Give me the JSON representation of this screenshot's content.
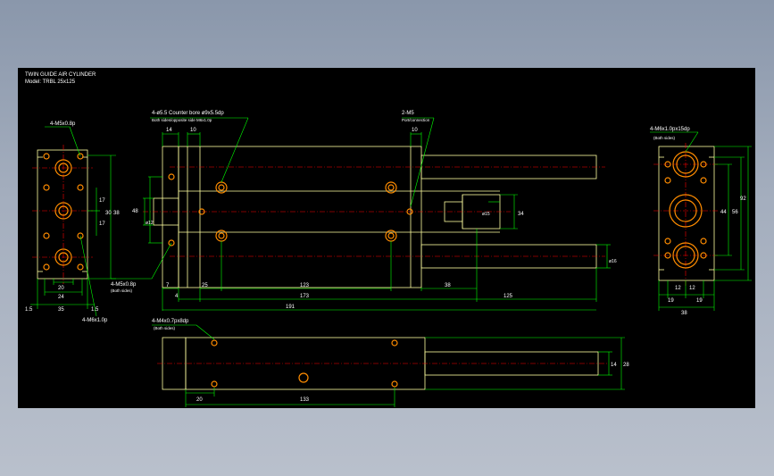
{
  "title": {
    "line1": "TWIN GUIDE AIR CYLINDER",
    "line2": "Model: TRBL 25x125"
  },
  "colors": {
    "background": "#000000",
    "outline": "#ffffa0",
    "dimension": "#00ff00",
    "centerline": "#ff0000",
    "hole": "#ff8c00",
    "text": "#ffffff"
  },
  "front_view": {
    "callout_top": "4-M5x0.8p",
    "callout_bottom": "4-M6x1.0p",
    "dim_20": "20",
    "dim_24": "24",
    "dim_35": "35",
    "dim_1_5a": "1.5",
    "dim_1_5b": "1.5",
    "dim_17a": "17",
    "dim_17b": "17",
    "dim_30": "30",
    "dim_38": "38"
  },
  "side_view": {
    "callout_bore": "4-ø5.5 Counter bore ø9x5.5dp",
    "callout_bore_sub": "Both sides/opposite side M6x1.0p",
    "callout_port": "2-M5",
    "callout_port_sub": "Port/connection",
    "callout_m5": "4-M5x0.8p",
    "callout_m5_sub": "(Both sides)",
    "dim_14": "14",
    "dim_10a": "10",
    "dim_10b": "10",
    "dim_48": "48",
    "dim_12": "ø12",
    "dim_15": "ø15",
    "dim_34": "34",
    "dim_16": "ø16",
    "dim_7": "7",
    "dim_4": "4",
    "dim_25": "25",
    "dim_123": "123",
    "dim_38": "38",
    "dim_125": "125",
    "dim_173": "173",
    "dim_191": "191"
  },
  "right_view": {
    "callout": "4-M6x1.0px15dp",
    "callout_sub": "(Both sides)",
    "dim_44": "44",
    "dim_56": "56",
    "dim_92": "92",
    "dim_19a": "19",
    "dim_12a": "12",
    "dim_12b": "12",
    "dim_19b": "19",
    "dim_38": "38"
  },
  "bottom_view": {
    "callout": "4-M4x0.7px8dp",
    "callout_sub": "(Both sides)",
    "dim_20": "20",
    "dim_133": "133",
    "dim_14": "14",
    "dim_28": "28"
  }
}
